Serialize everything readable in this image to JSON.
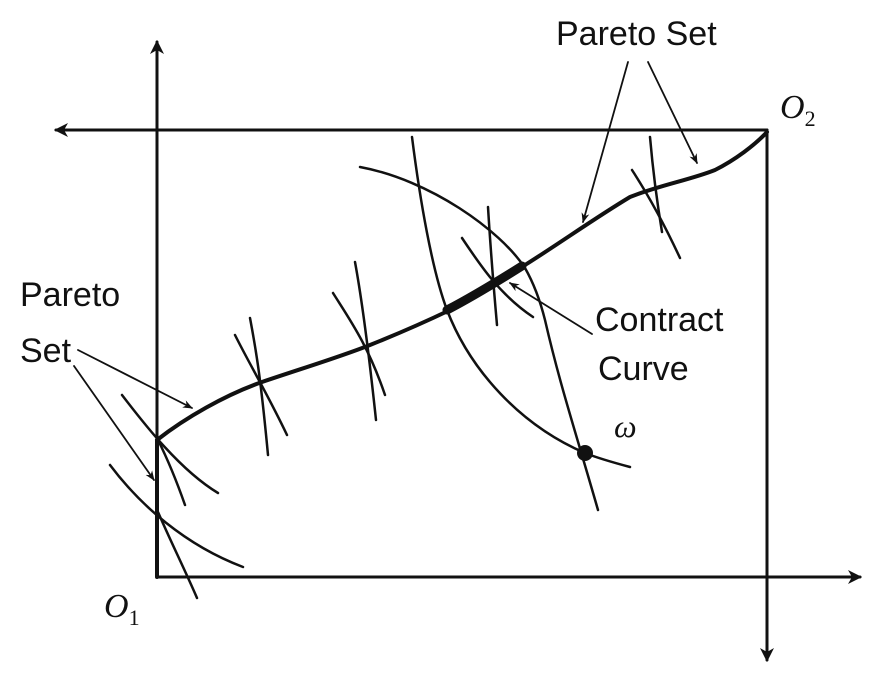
{
  "labels": {
    "origin1_base": "O",
    "origin1_sub": "1",
    "origin2_base": "O",
    "origin2_sub": "2",
    "endowment_symbol": "ω",
    "pareto_set_top": "Pareto Set",
    "pareto_set_left_line1": "Pareto",
    "pareto_set_left_line2": "Set",
    "contract_curve_line1": "Contract",
    "contract_curve_line2": "Curve"
  },
  "colors": {
    "ink": "#111111",
    "background": "#ffffff"
  }
}
